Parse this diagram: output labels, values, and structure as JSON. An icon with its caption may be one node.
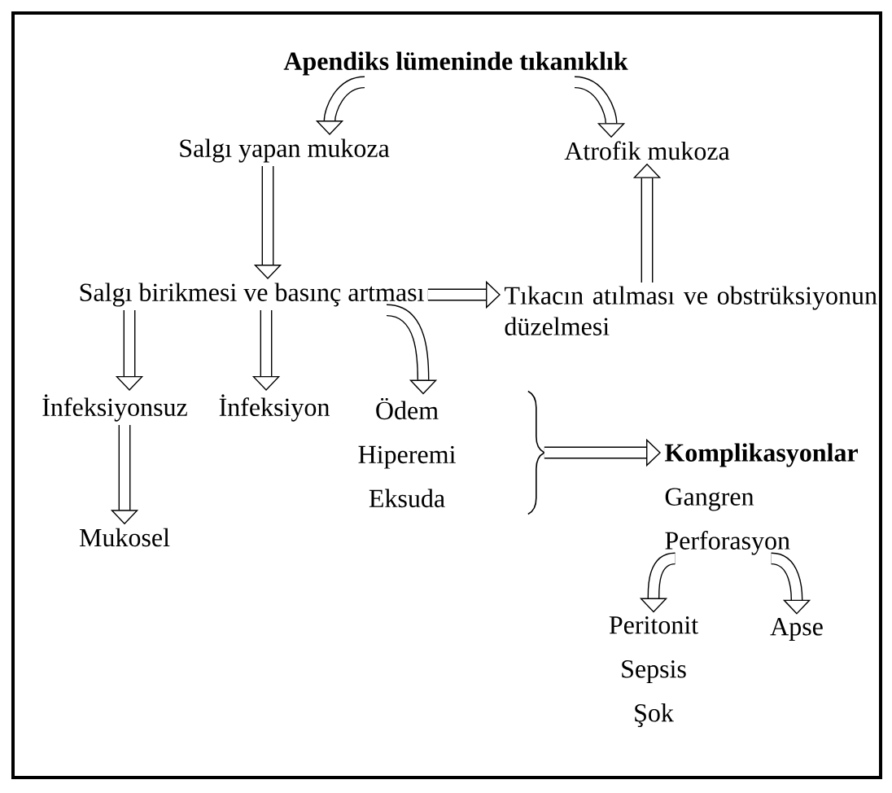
{
  "diagram": {
    "nodes": [
      {
        "text": [
          "Apendiks lümeninde tıkanıklık"
        ]
      },
      {
        "text": [
          "Salgı yapan mukoza"
        ]
      },
      {
        "text": [
          "Atrofik mukoza"
        ]
      },
      {
        "text": [
          "Salgı birikmesi ve basınç artması"
        ]
      },
      {
        "text": [
          "Tıkacın atılması ve obstrüksiyonun düzelmesi"
        ]
      },
      {
        "text": [
          "İnfeksiyonsuz"
        ]
      },
      {
        "text": [
          "İnfeksiyon"
        ]
      },
      {
        "text": [
          "Mukosel"
        ]
      },
      {
        "text": [
          "Ödem",
          "Hiperemi",
          "Eksuda"
        ]
      },
      {
        "text": [
          "Komplikasyonlar",
          "Gangren",
          "Perforasyon"
        ]
      },
      {
        "text": [
          "Peritonit",
          "Sepsis",
          "Şok"
        ]
      },
      {
        "text": [
          "Apse"
        ]
      }
    ],
    "edges": [
      {
        "from": 0,
        "to": 1,
        "arrow": "to"
      },
      {
        "from": 0,
        "to": 2,
        "arrow": "to"
      },
      {
        "from": 1,
        "to": 3,
        "arrow": "to"
      },
      {
        "from": 3,
        "to": 4,
        "arrow": "to"
      },
      {
        "from": 4,
        "to": 2,
        "arrow": "to"
      },
      {
        "from": 3,
        "to": 5,
        "arrow": "to"
      },
      {
        "from": 3,
        "to": 6,
        "arrow": "to"
      },
      {
        "from": 3,
        "to": 8,
        "arrow": "to"
      },
      {
        "from": 5,
        "to": 7,
        "arrow": "to"
      },
      {
        "from": 8,
        "to": 9,
        "arrow": "to"
      },
      {
        "from": 9,
        "to": 10,
        "arrow": "to"
      },
      {
        "from": 9,
        "to": 11,
        "arrow": "to"
      }
    ]
  }
}
